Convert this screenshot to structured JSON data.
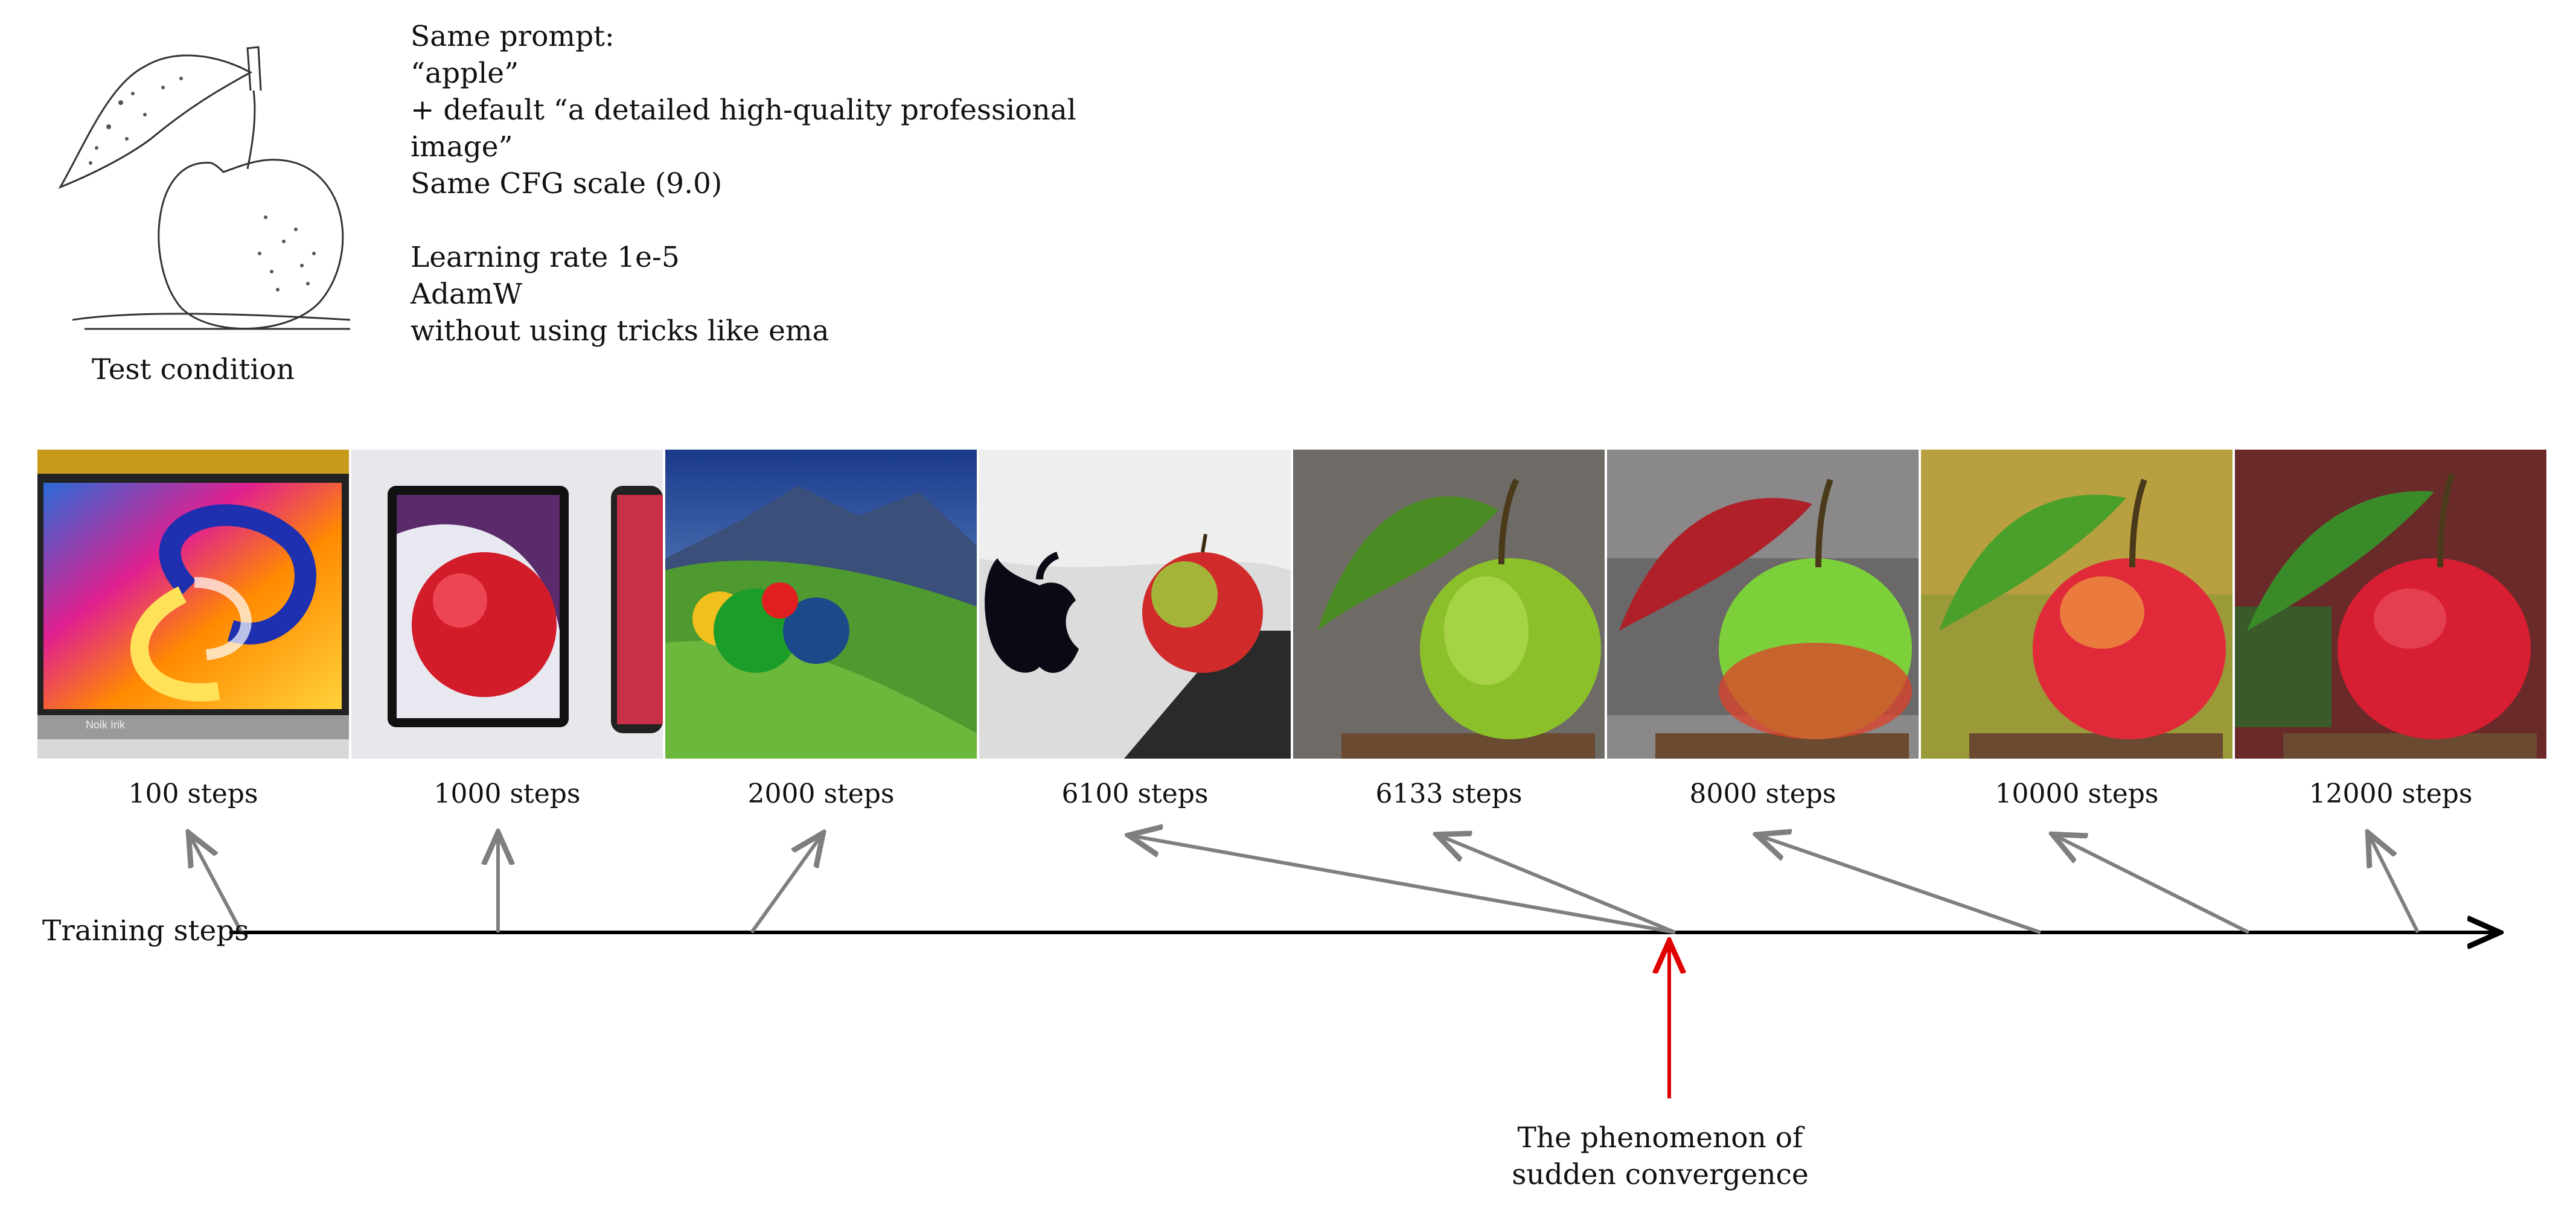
{
  "test_condition": {
    "caption": "Test condition",
    "icon": "apple-line-sketch"
  },
  "prompt_block": {
    "lines": [
      "Same prompt:",
      "“apple”",
      "+ default “a detailed high-quality professional",
      "image”",
      "Same CFG scale (9.0)",
      "",
      "Learning rate 1e-5",
      "AdamW",
      "without using tricks like ema"
    ]
  },
  "timeline": {
    "axis_label": "Training steps",
    "axis_color": "#000000",
    "pointer_color": "#7f7f7f",
    "highlight_color": "#e00000",
    "annotation": [
      "The phenomenon of",
      "sudden convergence"
    ]
  },
  "samples": [
    {
      "label": "100 steps",
      "image": "laptop-colorful-swirl-wallpaper",
      "screen_text": "Noik Irik"
    },
    {
      "label": "1000 steps",
      "image": "tablet-phone-red-apple-wallpaper"
    },
    {
      "label": "2000 steps",
      "image": "apples-on-green-mountain-hill"
    },
    {
      "label": "6100 steps",
      "image": "apple-logo-and-red-apple"
    },
    {
      "label": "6133 steps",
      "image": "green-apple-on-wood-stump"
    },
    {
      "label": "8000 steps",
      "image": "green-red-apple-red-leaf"
    },
    {
      "label": "10000 steps",
      "image": "red-apple-green-leaf"
    },
    {
      "label": "12000 steps",
      "image": "red-apple-dark-background"
    }
  ]
}
